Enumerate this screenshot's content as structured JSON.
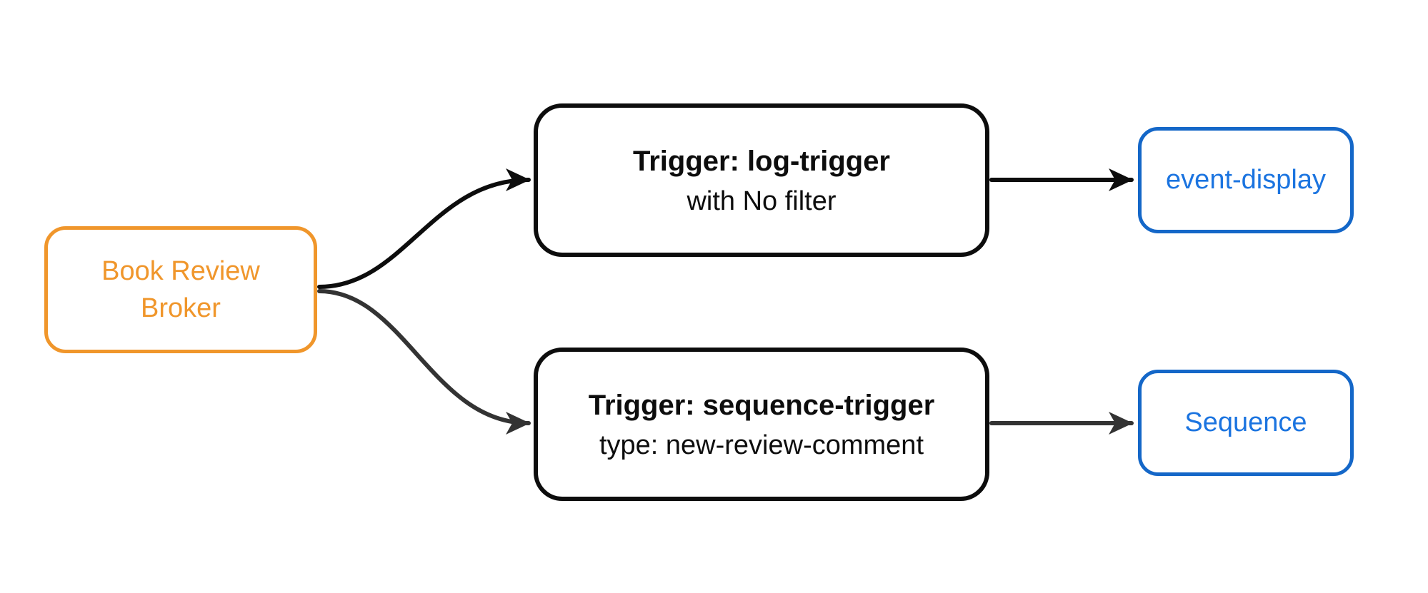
{
  "diagram": {
    "kind": "flowchart",
    "direction": "left-to-right"
  },
  "colors": {
    "background": "#FFFFFF",
    "broker_orange": "#F0962B",
    "trigger_black": "#0D0D0D",
    "output_blue_border": "#1467C8",
    "output_blue_text": "#1B74E0",
    "edge_black": "#0D0D0D",
    "edge_gray": "#333333"
  },
  "nodes": {
    "broker": {
      "line1": "Book Review",
      "line2": "Broker"
    },
    "log_trigger": {
      "title": "Trigger: log-trigger",
      "subtitle": "with No filter"
    },
    "sequence_trigger": {
      "title": "Trigger: sequence-trigger",
      "subtitle": "type: new-review-comment"
    },
    "event_display": {
      "label": "event-display"
    },
    "sequence": {
      "label": "Sequence"
    }
  },
  "edges": [
    {
      "from": "broker",
      "to": "log_trigger",
      "color": "#0D0D0D",
      "style": "curved"
    },
    {
      "from": "broker",
      "to": "sequence_trigger",
      "color": "#333333",
      "style": "curved"
    },
    {
      "from": "log_trigger",
      "to": "event_display",
      "color": "#0D0D0D",
      "style": "straight"
    },
    {
      "from": "sequence_trigger",
      "to": "sequence",
      "color": "#333333",
      "style": "straight"
    }
  ]
}
